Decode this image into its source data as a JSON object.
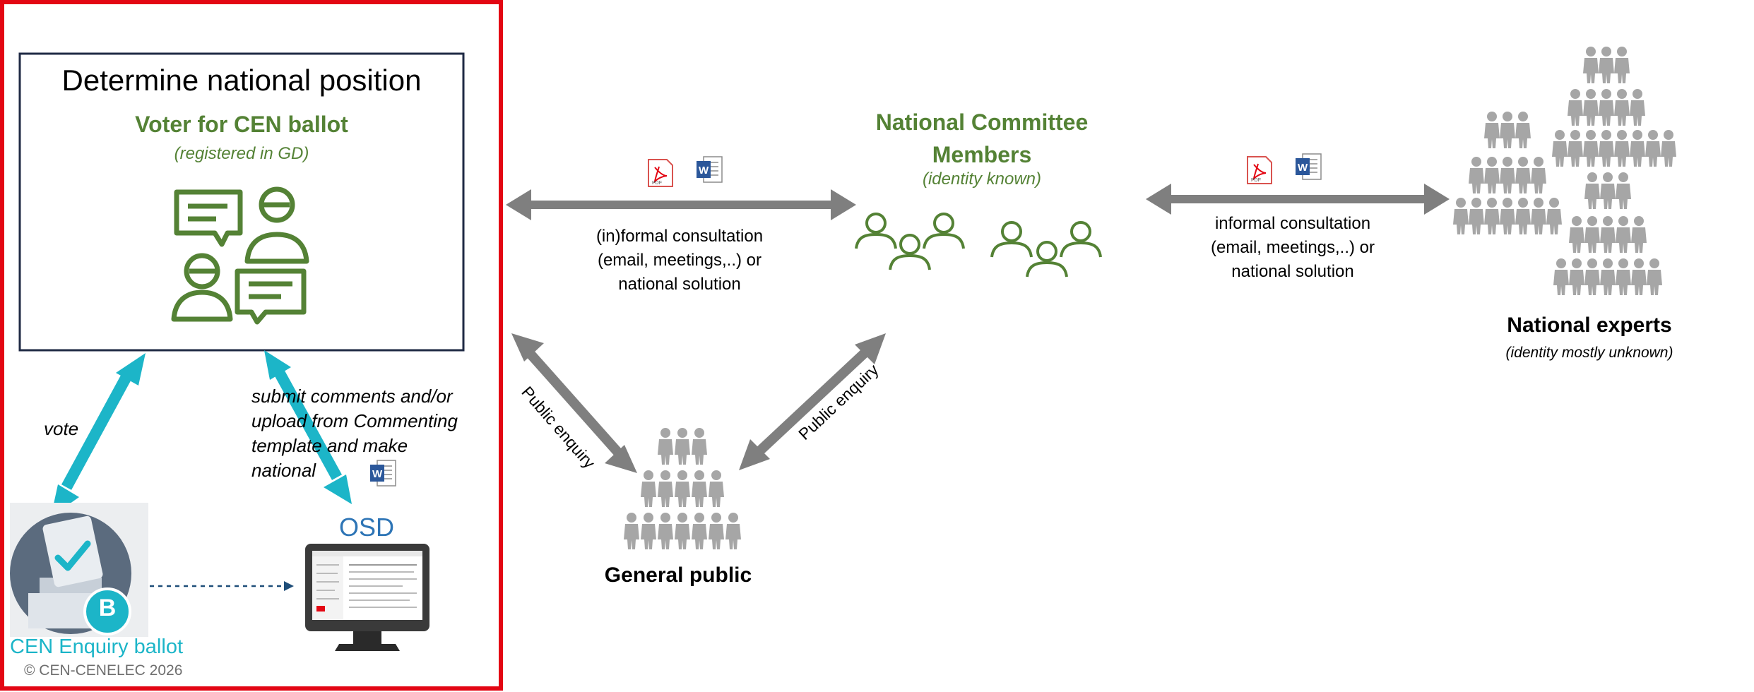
{
  "colors": {
    "frame_red": "#e30613",
    "accent_green": "#548235",
    "teal": "#1cb5c8",
    "gray_arrow": "#7f7f7f",
    "people_gray": "#a6a6a6",
    "osd_blue": "#2e75b6",
    "ballot_b": "#1cb5c8"
  },
  "icons": [
    "pdf-icon",
    "word-icon",
    "people-crowd-icon",
    "committee-icon",
    "ballot-box-icon",
    "monitor-icon"
  ],
  "national_position": {
    "title": "Determine national position",
    "subtitle": "Voter for CEN ballot",
    "note": "(registered in GD)"
  },
  "committee": {
    "title_line1": "National Committee",
    "title_line2": "Members",
    "note": "(identity known)"
  },
  "left_exchange": {
    "line1": "(in)formal consultation",
    "line2": "(email, meetings,..) or",
    "line3": "national solution"
  },
  "right_exchange": {
    "line1": "informal consultation",
    "line2": "(email, meetings,..) or",
    "line3": "national solution"
  },
  "experts": {
    "title": "National experts",
    "note": "(identity mostly unknown)"
  },
  "public": {
    "title": "General public",
    "arrow_left_label": "Public enquiry",
    "arrow_right_label": "Public enquiry"
  },
  "vote_label": "vote",
  "submit": {
    "line1": "submit comments and/or",
    "line2": "upload from Commenting",
    "line3": "template and make",
    "line4": "national"
  },
  "osd_label": "OSD",
  "ballot_label": "CEN Enquiry ballot",
  "ballot_badge": "B",
  "copyright": "© CEN-CENELEC 2026"
}
